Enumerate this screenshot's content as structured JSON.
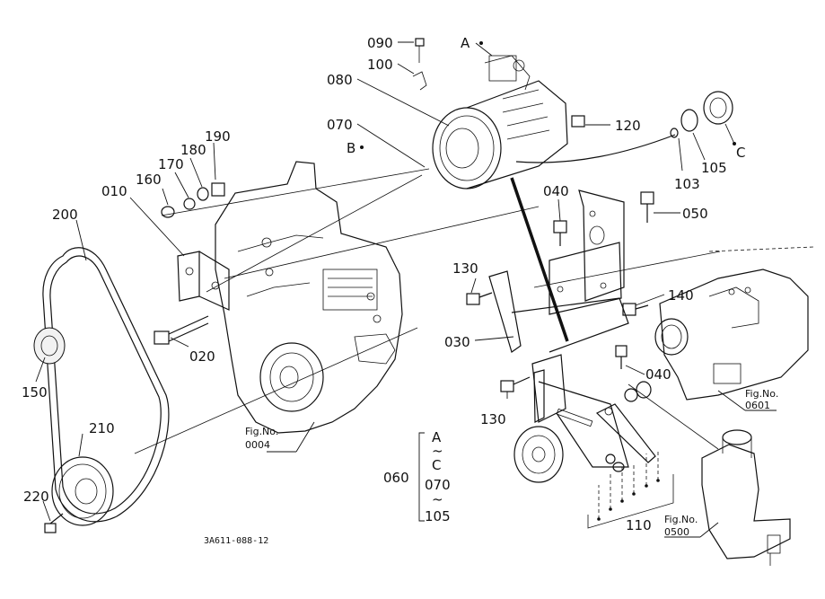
{
  "callouts": {
    "p090": "090",
    "p100": "100",
    "pA": "A",
    "p080": "080",
    "p120": "120",
    "p070": "070",
    "pB": "B",
    "p190": "190",
    "p180": "180",
    "p170": "170",
    "p160": "160",
    "p010": "010",
    "p200": "200",
    "p040a": "040",
    "p050": "050",
    "p103": "103",
    "p105": "105",
    "pC": "C",
    "p130a": "130",
    "p140": "140",
    "p030": "030",
    "p020": "020",
    "p040b": "040",
    "p150": "150",
    "p130b": "130",
    "p210": "210",
    "p220": "220",
    "p110": "110"
  },
  "figrefs": {
    "fig0004_label": "Fig.No.",
    "fig0004_no": "0004",
    "fig0601_label": "Fig.No.",
    "fig0601_no": "0601",
    "fig0500_label": "Fig.No.",
    "fig0500_no": "0500"
  },
  "kit": {
    "number": "060",
    "line1": "A",
    "line2": "~",
    "line3": "C",
    "line4": "070",
    "line5": "~",
    "line6": "105"
  },
  "drawing_code": "3A611-088-12"
}
